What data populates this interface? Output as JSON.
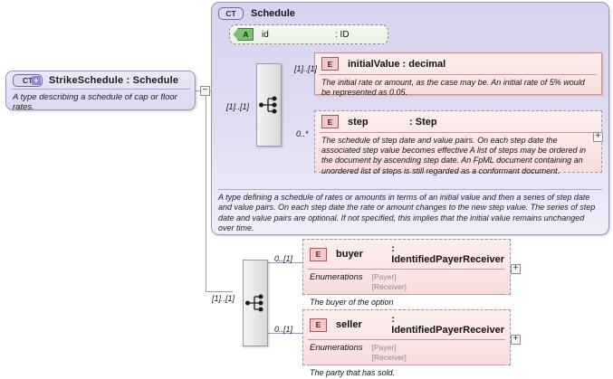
{
  "diagram": {
    "kind": "xsd-schema-diagram",
    "colors": {
      "complex_type_fill": "#ddd9f2",
      "complex_type_border": "#9a96c4",
      "element_fill": "#fbe5e5",
      "element_border": "#c98f8f",
      "attribute_fill": "#eaf3e5",
      "attribute_icon": "#7fbf73",
      "compositor_fill": "#e6e6e6",
      "connector_line": "#9b9bb5"
    }
  },
  "root": {
    "icon": "complex-type-plus-icon",
    "icon_label": "CT",
    "name": "StrikeSchedule",
    "separator": ":",
    "type": "Schedule",
    "title": "StrikeSchedule : Schedule",
    "annotation": "A type describing a schedule of cap or floor rates.",
    "collapse_toggle": "−"
  },
  "schedule": {
    "icon": "complex-type-icon",
    "icon_label": "CT",
    "title": "Schedule",
    "annotation": "A type defining a schedule of rates or amounts in terms of an initial value and then a series of step date and value pairs. On each step date the rate or amount changes to the new step value. The series of step date and value pairs are optional. If not specified, this implies that the initial value remains unchanged over time.",
    "attribute": {
      "icon": "attribute-icon",
      "icon_label": "A",
      "name": "id",
      "separator": ": ID",
      "type": "ID"
    },
    "compositor": {
      "icon": "sequence-compositor-icon",
      "multiplicity": "[1]..[1]"
    },
    "elements": [
      {
        "icon": "element-icon",
        "icon_label": "E",
        "name": "initialValue",
        "separator": ":",
        "type": "decimal",
        "title": "initialValue : decimal",
        "multiplicity": "[1]..[1]",
        "annotation": "The initial rate or amount, as the case may be. An initial rate of 5% would be represented as 0.05.",
        "border": "solid",
        "expand_toggle": null
      },
      {
        "icon": "element-icon",
        "icon_label": "E",
        "name": "step",
        "separator": ":",
        "type": "Step",
        "title": "step : Step",
        "multiplicity": "0..*",
        "annotation": "The schedule of step date and value pairs. On each step date the associated step value becomes effective A list of steps may be ordered in the document by ascending step date. An FpML document containing an unordered list of steps is still regarded as a conformant document.",
        "border": "dashed",
        "expand_toggle": "+"
      }
    ]
  },
  "lower_group": {
    "compositor": {
      "icon": "sequence-compositor-icon",
      "multiplicity": "[1]..[1]"
    },
    "elements": [
      {
        "icon": "element-icon",
        "icon_label": "E",
        "name": "buyer",
        "separator": ":",
        "type": "IdentifiedPayerReceiver",
        "title": "buyer : IdentifiedPayerReceiver",
        "multiplicity": "0..[1]",
        "enumerations_label": "Enumerations",
        "enumerations": [
          "[Payer]",
          "[Receiver]"
        ],
        "annotation": "The buyer of the option",
        "border": "dashed",
        "expand_toggle": "+"
      },
      {
        "icon": "element-icon",
        "icon_label": "E",
        "name": "seller",
        "separator": ":",
        "type": "IdentifiedPayerReceiver",
        "title": "seller : IdentifiedPayerReceiver",
        "multiplicity": "0..[1]",
        "enumerations_label": "Enumerations",
        "enumerations": [
          "[Payer]",
          "[Receiver]"
        ],
        "annotation": "The party that has sold.",
        "border": "dashed",
        "expand_toggle": "+"
      }
    ]
  }
}
